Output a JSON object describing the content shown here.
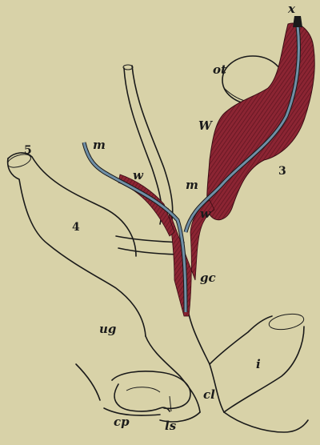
{
  "colors": {
    "background": "#d8d2a8",
    "ink": "#1a1a1a",
    "muscle": "#8c2533",
    "muscle_dark": "#5e1420",
    "duct": "#6f8fa6"
  },
  "labels": {
    "x": "x",
    "ot": "ot",
    "W": "W",
    "three": "3",
    "five": "5",
    "m_left": "m",
    "w_left": "w",
    "m_center": "m",
    "w_center": "w",
    "four": "4",
    "gc": "gc",
    "ug": "ug",
    "i": "i",
    "cl": "cl",
    "cp": "cp",
    "ls": "ls"
  }
}
